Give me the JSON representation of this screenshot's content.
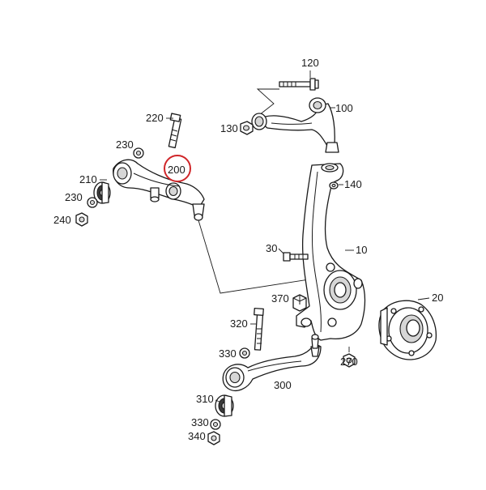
{
  "diagram": {
    "highlight_color": "#d0262a",
    "line_color": "#1a1a1a",
    "callouts": {
      "c120": "120",
      "c100": "100",
      "c130": "130",
      "c220": "220",
      "c230a": "230",
      "c200": "200",
      "c210": "210",
      "c230b": "230",
      "c240": "240",
      "c140": "140",
      "c30": "30",
      "c10": "10",
      "c370": "370",
      "c20": "20",
      "c320": "320",
      "c330a": "330",
      "c270": "270",
      "c300": "300",
      "c310": "310",
      "c330b": "330",
      "c340": "340"
    },
    "highlighted_callout": "200"
  }
}
